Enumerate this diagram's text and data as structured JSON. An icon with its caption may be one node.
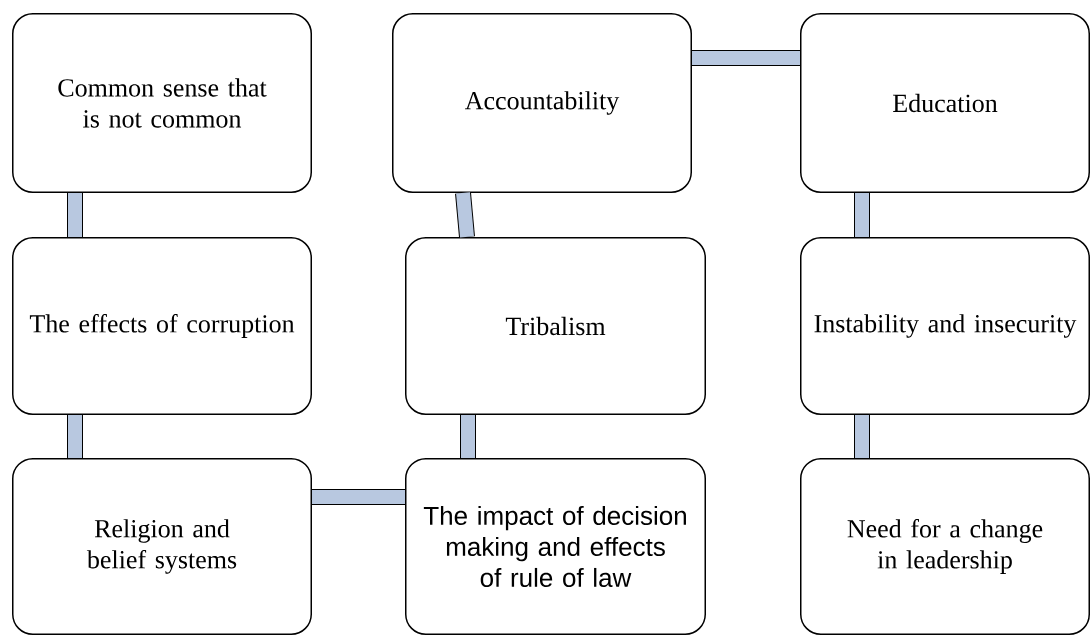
{
  "diagram": {
    "nodes": [
      {
        "text": [
          "Common sense that is not common"
        ]
      },
      {
        "text": [
          "Accountability"
        ]
      },
      {
        "text": [
          "Education"
        ]
      },
      {
        "text": [
          "The effects of corruption"
        ]
      },
      {
        "text": [
          "Tribalism"
        ]
      },
      {
        "text": [
          "Instability and insecurity"
        ]
      },
      {
        "text": [
          "Religion and belief systems"
        ]
      },
      {
        "text": [
          "The impact of decision making and effects of rule of law"
        ]
      },
      {
        "text": [
          "Need for a change in leadership"
        ]
      }
    ],
    "edges": [
      {
        "from": 0,
        "to": 3,
        "arrow": "none"
      },
      {
        "from": 3,
        "to": 6,
        "arrow": "none"
      },
      {
        "from": 6,
        "to": 7,
        "arrow": "none"
      },
      {
        "from": 7,
        "to": 4,
        "arrow": "none"
      },
      {
        "from": 4,
        "to": 1,
        "arrow": "none"
      },
      {
        "from": 1,
        "to": 2,
        "arrow": "none"
      },
      {
        "from": 2,
        "to": 5,
        "arrow": "none"
      },
      {
        "from": 5,
        "to": 8,
        "arrow": "none"
      }
    ]
  }
}
